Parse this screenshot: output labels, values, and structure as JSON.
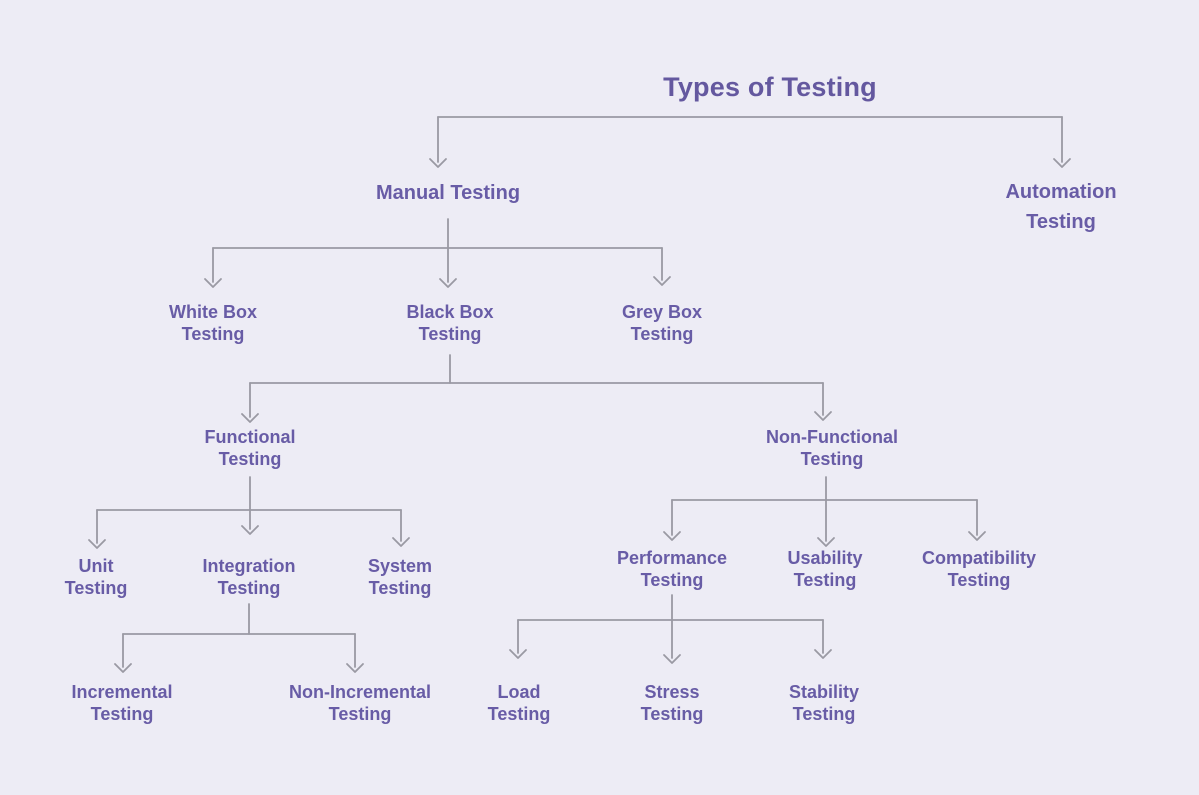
{
  "colors": {
    "background": "#EDECF5",
    "text_purple": "#685CA6",
    "line_gray": "#9A99A3"
  },
  "diagram": {
    "title": "Types of Testing",
    "nodes": {
      "root": {
        "label": "Types of Testing"
      },
      "manual": {
        "label": "Manual Testing"
      },
      "automation": {
        "line1": "Automation",
        "line2": "Testing"
      },
      "white_box": {
        "line1": "White Box",
        "line2": "Testing"
      },
      "black_box": {
        "line1": "Black Box",
        "line2": "Testing"
      },
      "grey_box": {
        "line1": "Grey Box",
        "line2": "Testing"
      },
      "functional": {
        "line1": "Functional",
        "line2": "Testing"
      },
      "non_functional": {
        "line1": "Non-Functional",
        "line2": "Testing"
      },
      "unit": {
        "line1": "Unit",
        "line2": "Testing"
      },
      "integration": {
        "line1": "Integration",
        "line2": "Testing"
      },
      "system": {
        "line1": "System",
        "line2": "Testing"
      },
      "incremental": {
        "line1": "Incremental",
        "line2": "Testing"
      },
      "non_incremental": {
        "line1": "Non-Incremental",
        "line2": "Testing"
      },
      "performance": {
        "line1": "Performance",
        "line2": "Testing"
      },
      "usability": {
        "line1": "Usability",
        "line2": "Testing"
      },
      "compatibility": {
        "line1": "Compatibility",
        "line2": "Testing"
      },
      "load": {
        "line1": "Load",
        "line2": "Testing"
      },
      "stress": {
        "line1": "Stress",
        "line2": "Testing"
      },
      "stability": {
        "line1": "Stability",
        "line2": "Testing"
      }
    },
    "edges": [
      [
        "Types of Testing",
        "Manual Testing"
      ],
      [
        "Types of Testing",
        "Automation Testing"
      ],
      [
        "Manual Testing",
        "White Box Testing"
      ],
      [
        "Manual Testing",
        "Black Box Testing"
      ],
      [
        "Manual Testing",
        "Grey Box Testing"
      ],
      [
        "Black Box Testing",
        "Functional Testing"
      ],
      [
        "Black Box Testing",
        "Non-Functional Testing"
      ],
      [
        "Functional Testing",
        "Unit Testing"
      ],
      [
        "Functional Testing",
        "Integration Testing"
      ],
      [
        "Functional Testing",
        "System Testing"
      ],
      [
        "Integration Testing",
        "Incremental Testing"
      ],
      [
        "Integration Testing",
        "Non-Incremental Testing"
      ],
      [
        "Non-Functional Testing",
        "Performance Testing"
      ],
      [
        "Non-Functional Testing",
        "Usability Testing"
      ],
      [
        "Non-Functional Testing",
        "Compatibility Testing"
      ],
      [
        "Performance Testing",
        "Load Testing"
      ],
      [
        "Performance Testing",
        "Stress Testing"
      ],
      [
        "Performance Testing",
        "Stability Testing"
      ]
    ]
  }
}
